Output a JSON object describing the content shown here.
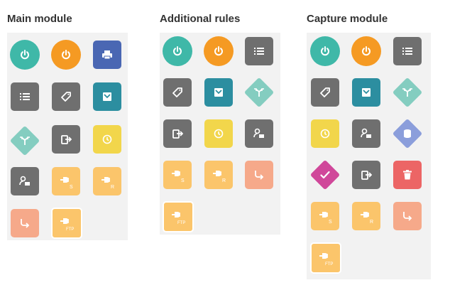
{
  "modules": {
    "main": {
      "title": "Main module"
    },
    "additional": {
      "title": "Additional rules"
    },
    "capture": {
      "title": "Capture module"
    }
  },
  "badges": {
    "s": "S",
    "r": "R",
    "ftp": "FTP"
  },
  "icon_names": [
    "power-icon",
    "print-icon",
    "list-icon",
    "tag-icon",
    "inbox-icon",
    "split-arrows-icon",
    "export-icon",
    "clock-icon",
    "user-card-icon",
    "plug-s-icon",
    "plug-r-icon",
    "plug-ftp-icon",
    "route-icon",
    "database-icon",
    "check-icon",
    "trash-icon"
  ],
  "colors": {
    "teal": "#3fb8a8",
    "orange": "#f59a23",
    "blue": "#4a67b3",
    "grey": "#6f6f6f",
    "dark_teal": "#2c8ea0",
    "mint": "#84cdc0",
    "yellow": "#f2d64b",
    "light_orange": "#fbc56b",
    "salmon": "#f6a98a",
    "periwinkle": "#8b9edb",
    "magenta": "#d0479a",
    "red": "#ec6565",
    "panel": "#f2f2f2",
    "title": "#333333"
  }
}
